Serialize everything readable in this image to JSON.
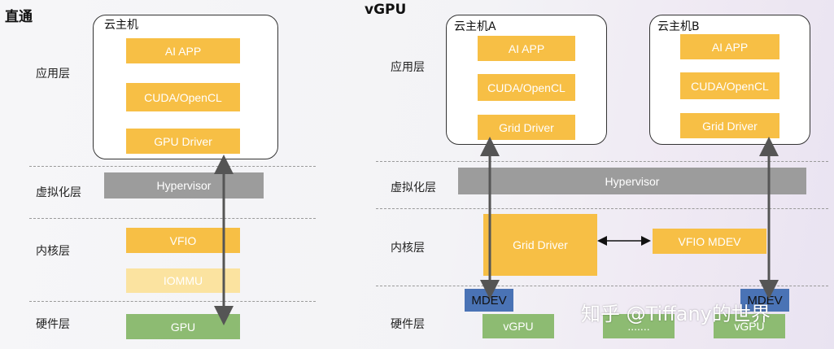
{
  "left": {
    "title": "直通",
    "vm_label": "云主机",
    "layers": [
      "应用层",
      "虚拟化层",
      "内核层",
      "硬件层"
    ],
    "app_boxes": [
      "AI APP",
      "CUDA/OpenCL",
      "GPU Driver"
    ],
    "hypervisor": "Hypervisor",
    "kernel_boxes": [
      "VFIO",
      "IOMMU"
    ],
    "hardware": "GPU"
  },
  "right": {
    "title": "vGPU",
    "layers": [
      "应用层",
      "虚拟化层",
      "内核层",
      "硬件层"
    ],
    "vm_a": {
      "label": "云主机A",
      "boxes": [
        "AI APP",
        "CUDA/OpenCL",
        "Grid Driver"
      ]
    },
    "vm_b": {
      "label": "云主机B",
      "boxes": [
        "AI APP",
        "CUDA/OpenCL",
        "Grid Driver"
      ]
    },
    "hypervisor": "Hypervisor",
    "grid_driver": "Grid Driver",
    "vfio_mdev": "VFIO MDEV",
    "mdev_labels": [
      "MDEV",
      "MDEV"
    ],
    "hardware_boxes": [
      "vGPU",
      ".......",
      "vGPU"
    ]
  },
  "colors": {
    "yellow": "#f7bf45",
    "light_yellow": "#fbe3a0",
    "grey": "#9c9c9c",
    "green": "#8dbb72",
    "blue": "#4a73b5"
  },
  "watermark": "知乎 @Tiffany的世界"
}
